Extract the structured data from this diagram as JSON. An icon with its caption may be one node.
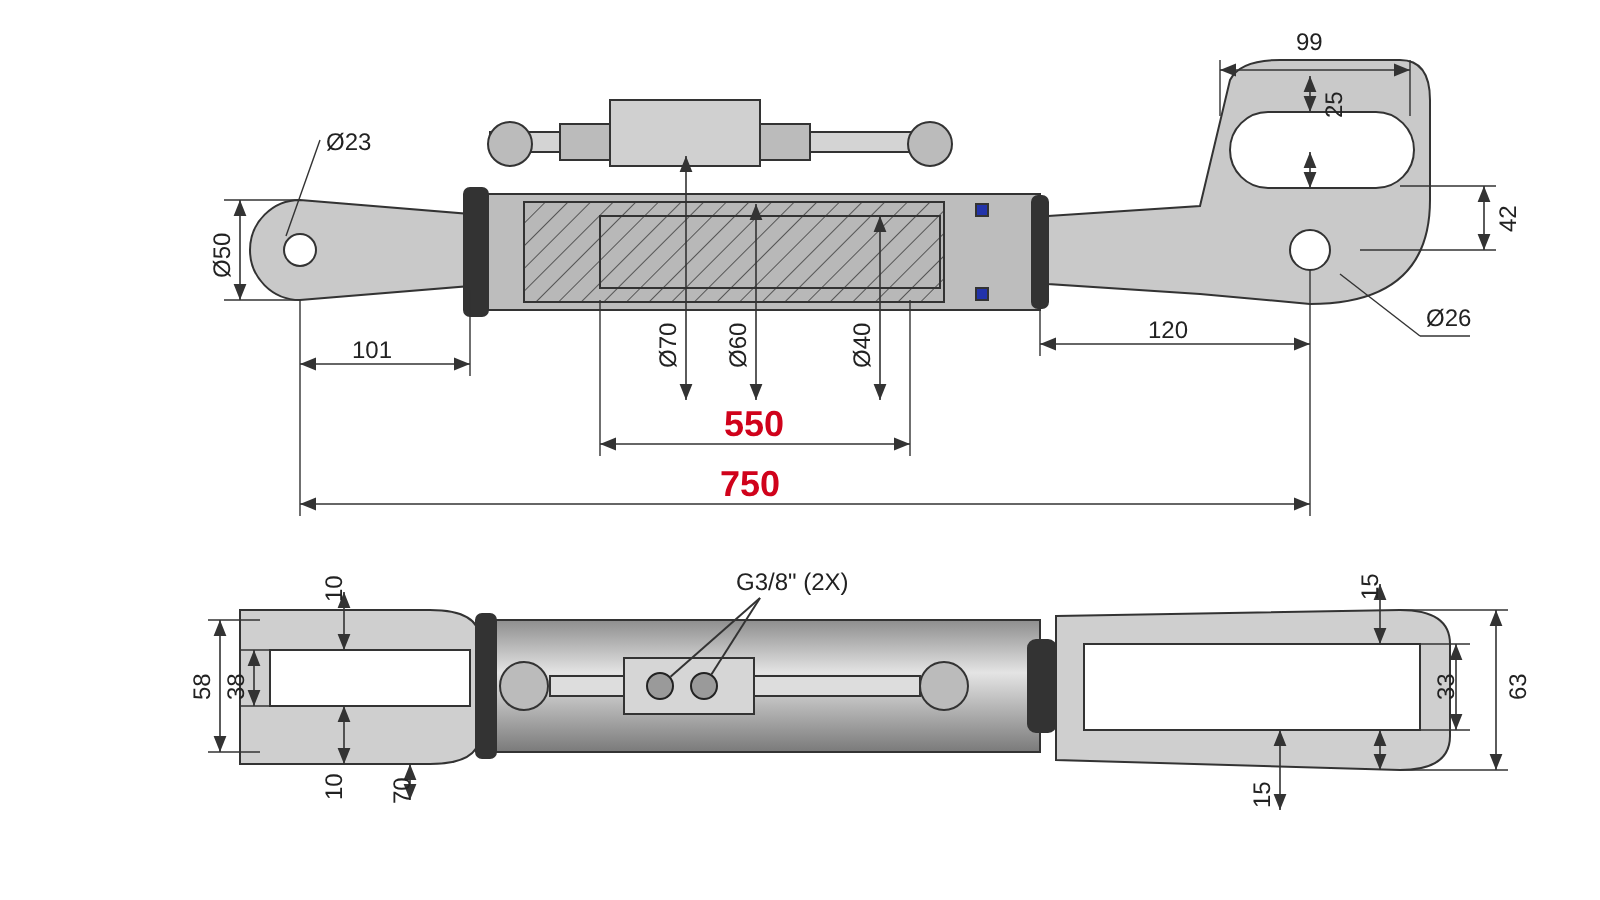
{
  "diagram": {
    "nodes": [
      {
        "text": [
          "G3/8\" (2X)"
        ]
      },
      {
        "text": [],
        "shape": "circle"
      },
      {
        "text": [],
        "shape": "circle"
      }
    ],
    "edges": [
      {
        "from": 0,
        "to": 1,
        "arrow": "none"
      },
      {
        "from": 0,
        "to": 2,
        "arrow": "none"
      }
    ],
    "labels": [
      "Ø23",
      "Ø50",
      "99",
      "25",
      "42",
      "101",
      "Ø70",
      "Ø60",
      "Ø40",
      "120",
      "Ø26",
      "550",
      "750",
      "10",
      "58",
      "38",
      "10",
      "70",
      "15",
      "33",
      "63",
      "15"
    ]
  }
}
